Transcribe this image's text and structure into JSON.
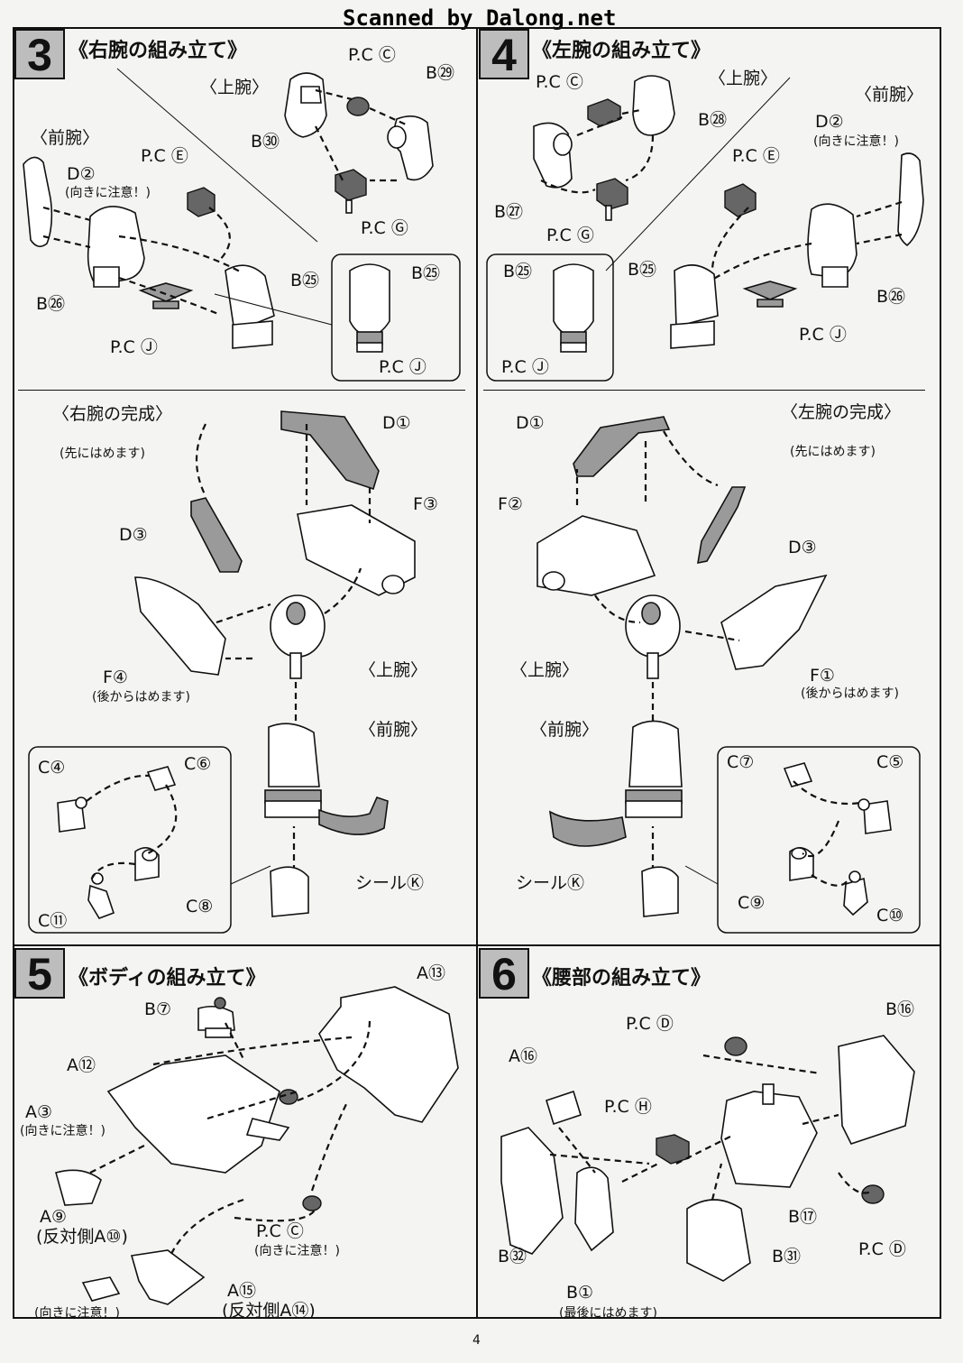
{
  "watermark": "Scanned by Dalong.net",
  "page_number": "4",
  "steps": {
    "s3": {
      "number": "3",
      "title": "《右腕の組み立て》"
    },
    "s4": {
      "number": "4",
      "title": "《左腕の組み立て》"
    },
    "s5": {
      "number": "5",
      "title": "《ボディの組み立て》"
    },
    "s6": {
      "number": "6",
      "title": "《腰部の組み立て》"
    }
  },
  "labels": {
    "s3_upper_arm": "〈上腕〉",
    "s3_forearm": "〈前腕〉",
    "s3_pcc": "P.C Ⓒ",
    "s3_b29": "B㉙",
    "s3_b30": "B㉚",
    "s3_pce": "P.C Ⓔ",
    "s3_pcg": "P.C Ⓖ",
    "s3_d2": "D②",
    "s3_caution": "(向きに注意！)",
    "s3_b25": "B㉕",
    "s3_b26": "B㉖",
    "s3_pcj": "P.C Ⓙ",
    "s3_inset_b25": "B㉕",
    "s3_inset_pcj": "P.C Ⓙ",
    "s4_pcc": "P.C Ⓒ",
    "s4_upper_arm": "〈上腕〉",
    "s4_forearm": "〈前腕〉",
    "s4_b28": "B㉘",
    "s4_d2": "D②",
    "s4_caution": "(向きに注意！)",
    "s4_pce": "P.C Ⓔ",
    "s4_b27": "B㉗",
    "s4_pcg": "P.C Ⓖ",
    "s4_inset_b25": "B㉕",
    "s4_b25": "B㉕",
    "s4_b26": "B㉖",
    "s4_inset_pcj": "P.C Ⓙ",
    "s4_pcj": "P.C Ⓙ",
    "r_complete": "〈右腕の完成〉",
    "r_d1": "D①",
    "r_first": "(先にはめます)",
    "r_d3": "D③",
    "r_f3": "F③",
    "r_f4": "F④",
    "r_after": "(後からはめます)",
    "r_upper": "〈上腕〉",
    "r_forearm": "〈前腕〉",
    "r_c4": "C④",
    "r_c6": "C⑥",
    "r_c8": "C⑧",
    "r_c11": "C⑪",
    "r_seal": "シールⓀ",
    "l_complete": "〈左腕の完成〉",
    "l_d1": "D①",
    "l_first": "(先にはめます)",
    "l_f2": "F②",
    "l_d3": "D③",
    "l_upper": "〈上腕〉",
    "l_f1": "F①",
    "l_after": "(後からはめます)",
    "l_forearm": "〈前腕〉",
    "l_c7": "C⑦",
    "l_c5": "C⑤",
    "l_c9": "C⑨",
    "l_c10": "C⑩",
    "l_seal": "シールⓀ",
    "s5_b7": "B⑦",
    "s5_a13": "A⑬",
    "s5_a12": "A⑫",
    "s5_a3": "A③",
    "s5_caution1": "(向きに注意！)",
    "s5_a9": "A⑨",
    "s5_opp_a10": "(反対側A⑩)",
    "s5_pcc": "P.C Ⓒ",
    "s5_caution2": "(向きに注意！)",
    "s5_a15": "A⑮",
    "s5_opp_a14": "(反対側A⑭)",
    "s5_caution3": "(向きに注意！)",
    "s6_pcd_top": "P.C Ⓓ",
    "s6_b16": "B⑯",
    "s6_a16": "A⑯",
    "s6_pch": "P.C Ⓗ",
    "s6_b17": "B⑰",
    "s6_pcd_bottom": "P.C Ⓓ",
    "s6_b32": "B㉜",
    "s6_b31": "B㉛",
    "s6_b1": "B①",
    "s6_last": "(最後にはめます)"
  }
}
